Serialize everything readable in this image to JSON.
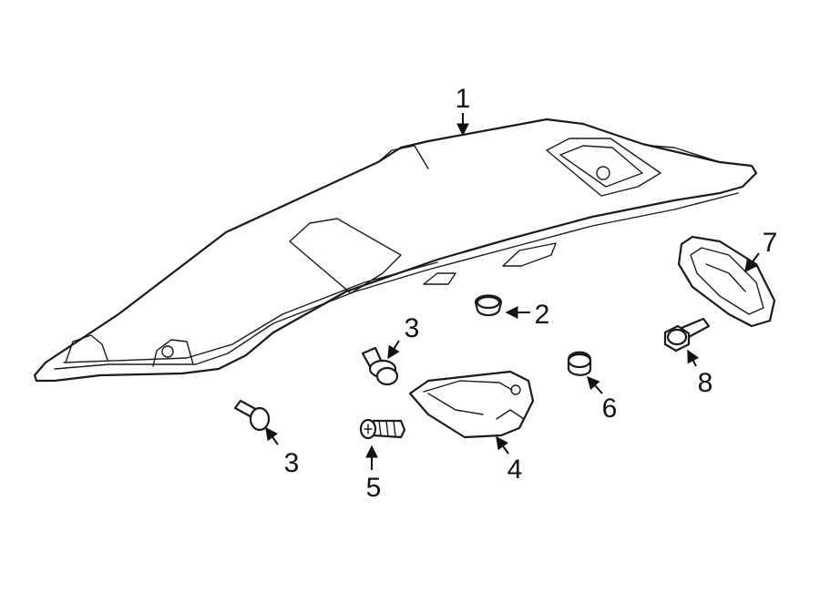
{
  "colors": {
    "line": "#1a1a1a",
    "background": "#ffffff"
  },
  "callouts": [
    {
      "id": "c1",
      "label": "1"
    },
    {
      "id": "c2",
      "label": "2"
    },
    {
      "id": "c3a",
      "label": "3"
    },
    {
      "id": "c3b",
      "label": "3"
    },
    {
      "id": "c4",
      "label": "4"
    },
    {
      "id": "c5",
      "label": "5"
    },
    {
      "id": "c6",
      "label": "6"
    },
    {
      "id": "c7",
      "label": "7"
    },
    {
      "id": "c8",
      "label": "8"
    }
  ]
}
